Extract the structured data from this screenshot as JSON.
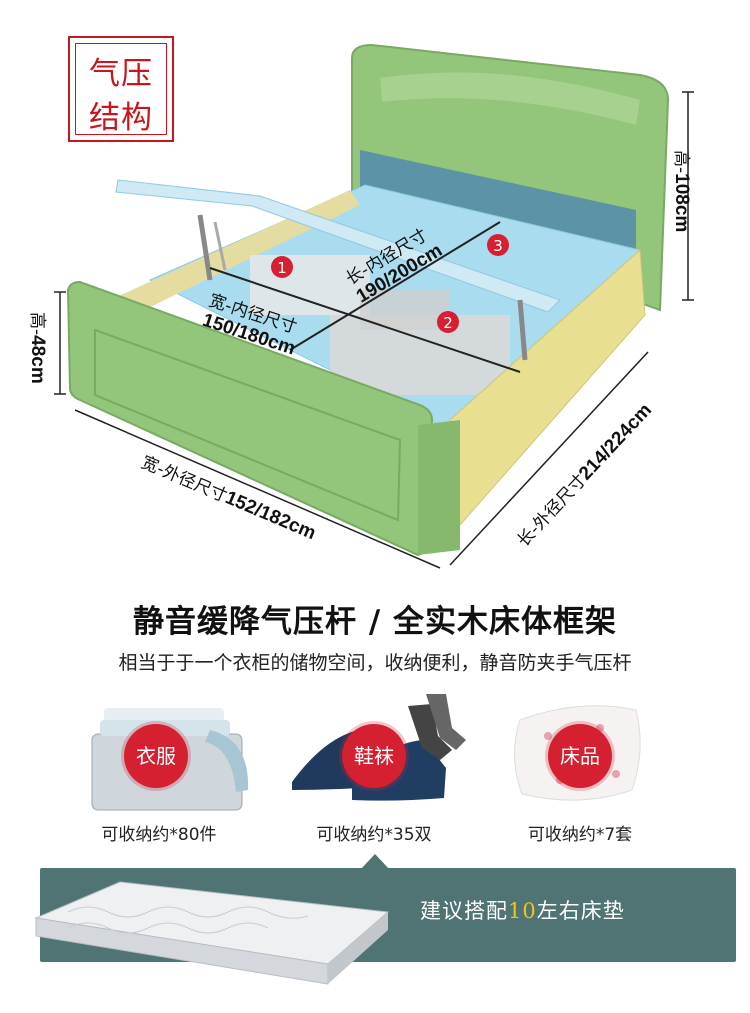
{
  "stamp": {
    "line1": "气压",
    "line2": "结构"
  },
  "dimensions": {
    "height_head_label": "高-",
    "height_head_value": "108cm",
    "height_foot_label": "高-",
    "height_foot_value": "48cm",
    "inner_length_label": "长-内径尺寸",
    "inner_length_value": "190/200cm",
    "inner_width_label": "宽-内径尺寸",
    "inner_width_value": "150/180cm",
    "outer_width_label": "宽-外径尺寸",
    "outer_width_value": "152/182cm",
    "outer_length_label": "长-外径尺寸",
    "outer_length_value": "214/224cm",
    "markers": [
      "1",
      "2",
      "3"
    ]
  },
  "headline": "静音缓降气压杆 / 全实木床体框架",
  "subline": "相当于于一个衣柜的储物空间，收纳便利，静音防夹手气压杆",
  "categories": [
    {
      "badge": "衣服",
      "caption": "可收纳约*80件"
    },
    {
      "badge": "鞋袜",
      "caption": "可收纳约*35双"
    },
    {
      "badge": "床品",
      "caption": "可收纳约*7套"
    }
  ],
  "banner": {
    "prefix": "建议搭配",
    "number": "10",
    "suffix": "左右床垫"
  },
  "colors": {
    "bed_green": "#93c57a",
    "accent_red": "#c8161d",
    "banner_teal": "#4f7473",
    "number_yellow": "#f0c419"
  }
}
